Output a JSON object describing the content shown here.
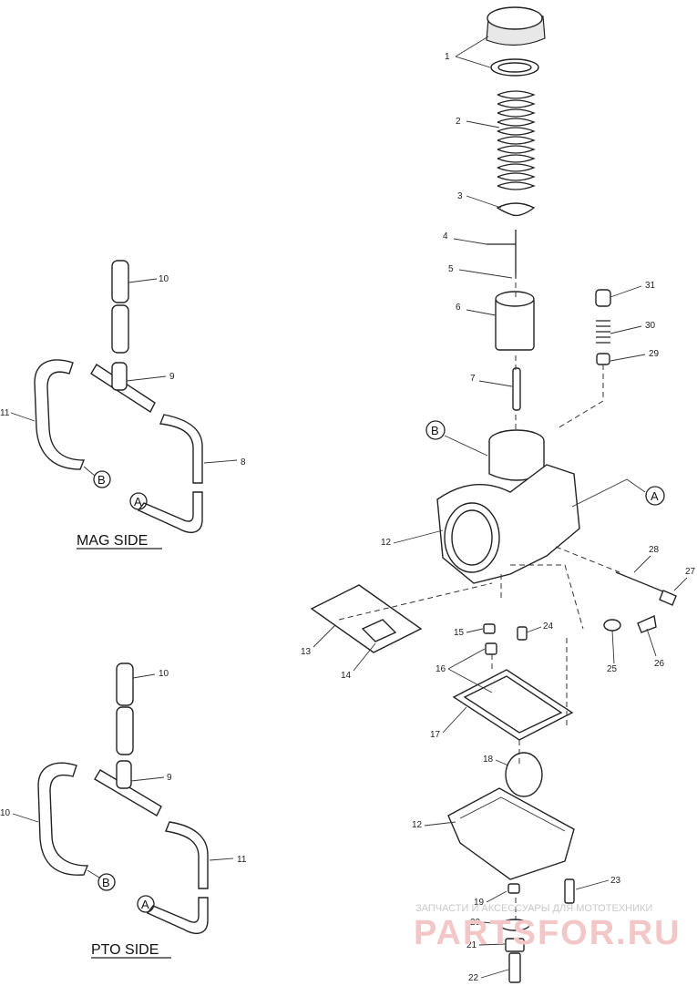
{
  "labels": {
    "mag_side": "MAG SIDE",
    "pto_side": "PTO SIDE",
    "callout_a": "A",
    "callout_b": "B"
  },
  "part_numbers": {
    "p1": "1",
    "p2": "2",
    "p3": "3",
    "p4": "4",
    "p5": "5",
    "p6": "6",
    "p7": "7",
    "p8": "8",
    "p9": "9",
    "p10": "10",
    "p11": "11",
    "p12": "12",
    "p13": "13",
    "p14": "14",
    "p15": "15",
    "p16": "16",
    "p17": "17",
    "p18": "18",
    "p19": "19",
    "p20": "20",
    "p21": "21",
    "p22": "22",
    "p23": "23",
    "p24": "24",
    "p25": "25",
    "p26": "26",
    "p27": "27",
    "p28": "28",
    "p29": "29",
    "p30": "30",
    "p31": "31"
  },
  "watermark": {
    "line1": "ЗАПЧАСТИ И АКСЕССУАРЫ ДЛЯ МОТОТЕХНИКИ",
    "line2": "PARTSFOR.RU"
  }
}
